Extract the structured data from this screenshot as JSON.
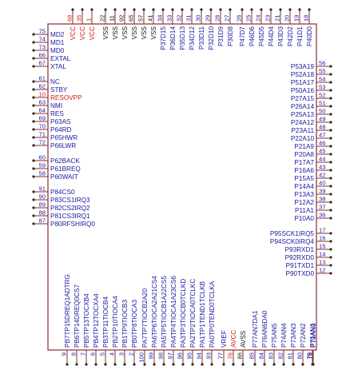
{
  "colors": {
    "outline": "#8b2b2b",
    "pin_line": "#8b2b2b",
    "pin_end": "#2a2a2a",
    "name": "#1a1aa0",
    "number": "#1a1aa0",
    "power_name": "#d01818",
    "power_number": "#d01818",
    "ground_name": "#111111",
    "ground_number": "#111111"
  },
  "left_pins": [
    {
      "num": "75",
      "name": "MD2"
    },
    {
      "num": "74",
      "name": "MD1"
    },
    {
      "num": "73",
      "name": "MD0"
    },
    {
      "num": "66",
      "name": "EXTAL"
    },
    {
      "num": "67",
      "name": "XTAL"
    },
    {
      "num": "61",
      "name": "NC"
    },
    {
      "num": "62",
      "name": "STBY"
    },
    {
      "num": "10",
      "name": "RESOVPP",
      "kind": "power"
    },
    {
      "num": "63",
      "name": "NMI"
    },
    {
      "num": "64",
      "name": "RES"
    },
    {
      "num": "69",
      "name": "P63AS"
    },
    {
      "num": "70",
      "name": "P64RD"
    },
    {
      "num": "71",
      "name": "P65HWR"
    },
    {
      "num": "72",
      "name": "P66LWR"
    },
    {
      "num": "60",
      "name": "P62BACK"
    },
    {
      "num": "59",
      "name": "P61BREQ"
    },
    {
      "num": "58",
      "name": "P60WAIT"
    },
    {
      "num": "91",
      "name": "P84CS0"
    },
    {
      "num": "90",
      "name": "P83CS1IRQ3"
    },
    {
      "num": "89",
      "name": "P82CS2IRQ2"
    },
    {
      "num": "88",
      "name": "P81CS3IRQ1"
    },
    {
      "num": "87",
      "name": "P80RFSHIRQ0"
    }
  ],
  "right_pins": [
    {
      "num": "56",
      "name": "P53A19"
    },
    {
      "num": "55",
      "name": "P52A18"
    },
    {
      "num": "54",
      "name": "P51A17"
    },
    {
      "num": "53",
      "name": "P50A16"
    },
    {
      "num": "52",
      "name": "P27A15"
    },
    {
      "num": "51",
      "name": "P26A14"
    },
    {
      "num": "50",
      "name": "P25A13"
    },
    {
      "num": "49",
      "name": "P24A12"
    },
    {
      "num": "48",
      "name": "P23A11"
    },
    {
      "num": "47",
      "name": "P22A10"
    },
    {
      "num": "46",
      "name": "P21A9"
    },
    {
      "num": "45",
      "name": "P20A8"
    },
    {
      "num": "44",
      "name": "P17A7"
    },
    {
      "num": "43",
      "name": "P16A6"
    },
    {
      "num": "42",
      "name": "P15A5"
    },
    {
      "num": "40",
      "name": "P14A4"
    },
    {
      "num": "39",
      "name": "P13A3"
    },
    {
      "num": "38",
      "name": "P12A2"
    },
    {
      "num": "37",
      "name": "P11A1"
    },
    {
      "num": "36",
      "name": "P10A0"
    },
    {
      "num": "17",
      "name": "P95SCK1IRQ5"
    },
    {
      "num": "16",
      "name": "P94SCK0IRQ4"
    },
    {
      "num": "15",
      "name": "P93RXD1"
    },
    {
      "num": "14",
      "name": "P92RXD0"
    },
    {
      "num": "13",
      "name": "P91TXD1"
    },
    {
      "num": "12",
      "name": "P90TXD0"
    }
  ],
  "top_pins": [
    {
      "num": "68",
      "name": "VCC",
      "kind": "power"
    },
    {
      "num": "35",
      "name": "VCC",
      "kind": "power"
    },
    {
      "num": "1",
      "name": "VCC",
      "kind": "power"
    },
    {
      "num": "22",
      "name": "VSS",
      "kind": "ground"
    },
    {
      "num": "11",
      "name": "VSS",
      "kind": "ground"
    },
    {
      "num": "92",
      "name": "VSS",
      "kind": "ground"
    },
    {
      "num": "65",
      "name": "VSS",
      "kind": "ground"
    },
    {
      "num": "57",
      "name": "VSS",
      "kind": "ground"
    },
    {
      "num": "41",
      "name": "VSS",
      "kind": "ground"
    },
    {
      "num": "34",
      "name": "P37D15"
    },
    {
      "num": "33",
      "name": "P36D14"
    },
    {
      "num": "32",
      "name": "P35D13"
    },
    {
      "num": "31",
      "name": "P34D12"
    },
    {
      "num": "30",
      "name": "P33D11"
    },
    {
      "num": "29",
      "name": "P32D10"
    },
    {
      "num": "28",
      "name": "P31D9"
    },
    {
      "num": "27",
      "name": "P30D8"
    },
    {
      "num": "26",
      "name": "P47D7"
    },
    {
      "num": "25",
      "name": "P46D6"
    },
    {
      "num": "24",
      "name": "P45D5"
    },
    {
      "num": "23",
      "name": "P44D4"
    },
    {
      "num": "21",
      "name": "P43D3"
    },
    {
      "num": "20",
      "name": "P42D2"
    },
    {
      "num": "19",
      "name": "P41D1"
    },
    {
      "num": "18",
      "name": "P40D0"
    }
  ],
  "bottom_pins": [
    {
      "num": "9",
      "name": "PB7TP15DREQ1ADTRG"
    },
    {
      "num": "8",
      "name": "PB6TP14DREQ0CS7"
    },
    {
      "num": "7",
      "name": "PB5TP13TOCXB4"
    },
    {
      "num": "6",
      "name": "PB4TP12TOCXA4"
    },
    {
      "num": "5",
      "name": "PB3TP11TIOCB4"
    },
    {
      "num": "4",
      "name": "PB2TP10TIOCA4"
    },
    {
      "num": "3",
      "name": "PB1TP9TIOCB3"
    },
    {
      "num": "2",
      "name": "PB0TP8TIOCA3"
    },
    {
      "num": "100",
      "name": "PA7TP7TIOCB2A20"
    },
    {
      "num": "99",
      "name": "PA6TP6TIOCA2A21CS4"
    },
    {
      "num": "98",
      "name": "PA5TP5TIOCB1A22CS5"
    },
    {
      "num": "97",
      "name": "PA4TP4TIOCA1A23CS6"
    },
    {
      "num": "96",
      "name": "PA3TP3TIOCB0TCLKD"
    },
    {
      "num": "95",
      "name": "PA2TP2TIOCA0TCLKC"
    },
    {
      "num": "94",
      "name": "PA1TP1TEND1TCLKB"
    },
    {
      "num": "93",
      "name": "PA0TP0TEND0TCLKA"
    },
    {
      "num": "77",
      "name": "VREF"
    },
    {
      "num": "76",
      "name": "AVCC",
      "kind": "power"
    },
    {
      "num": "86",
      "name": "AVSS",
      "kind": "ground"
    },
    {
      "num": "85",
      "name": "P77AN7DA1"
    },
    {
      "num": "84",
      "name": "P76AN6DA0"
    },
    {
      "num": "83",
      "name": "P75AN5"
    },
    {
      "num": "82",
      "name": "P74AN4"
    },
    {
      "num": "81",
      "name": "P73AN3"
    },
    {
      "num": "80",
      "name": "P72AN2"
    },
    {
      "num": "79",
      "name": "P71AN1"
    },
    {
      "num": "78",
      "name": "P70AN0"
    }
  ]
}
